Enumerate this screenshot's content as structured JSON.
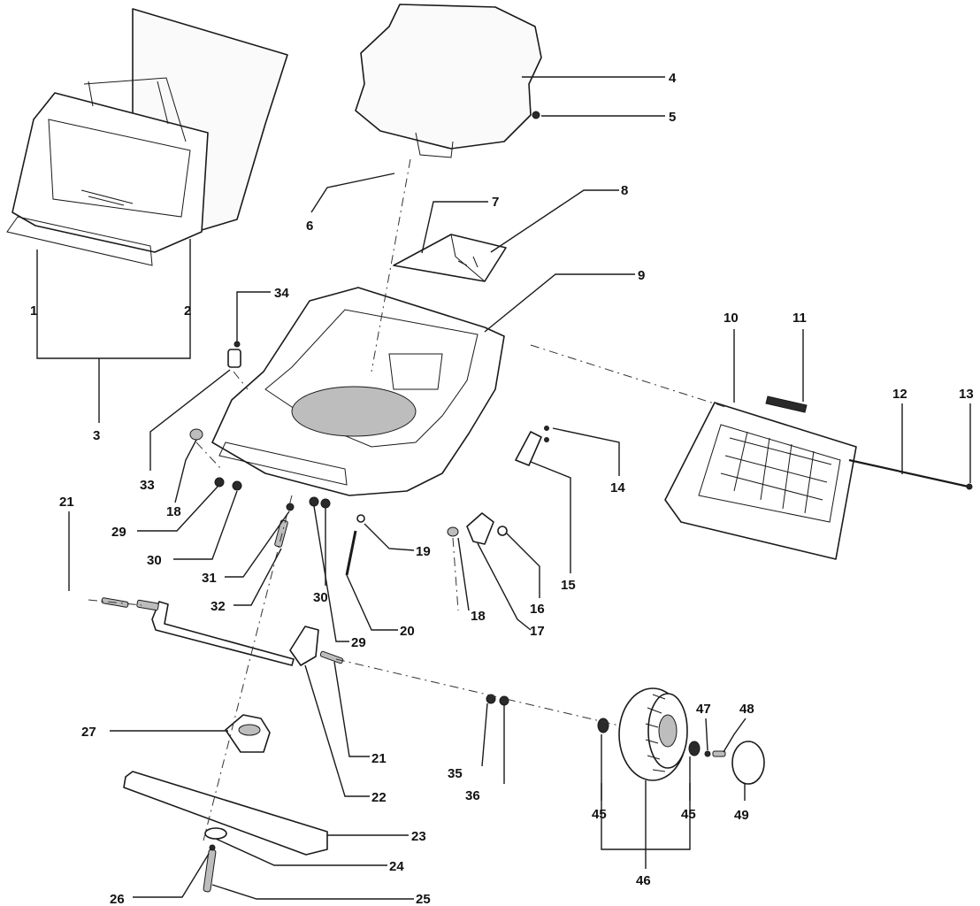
{
  "callouts": [
    "1",
    "2",
    "3",
    "4",
    "5",
    "6",
    "7",
    "8",
    "9",
    "10",
    "11",
    "12",
    "13",
    "14",
    "15",
    "16",
    "17",
    "18",
    "18",
    "19",
    "20",
    "21",
    "21",
    "22",
    "23",
    "24",
    "25",
    "26",
    "27",
    "29",
    "29",
    "30",
    "30",
    "31",
    "32",
    "33",
    "34",
    "35",
    "36",
    "45",
    "45",
    "46",
    "47",
    "48",
    "49"
  ]
}
